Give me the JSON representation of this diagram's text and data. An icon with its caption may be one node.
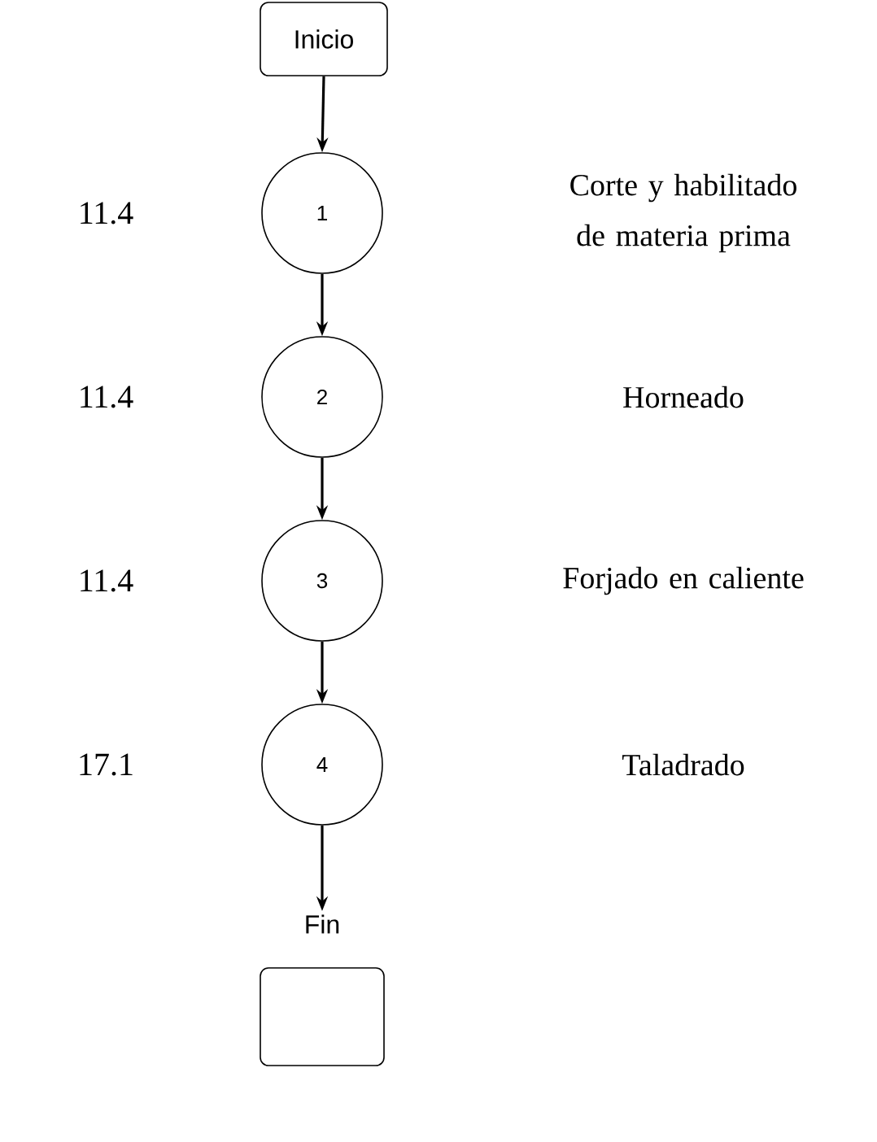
{
  "diagram": {
    "nodes": [
      {
        "text": [
          "Inicio"
        ]
      },
      {
        "text": [
          "1"
        ],
        "beside": [
          "11.4"
        ]
      },
      {
        "text": [
          "2"
        ],
        "beside": [
          "11.4"
        ]
      },
      {
        "text": [
          "3"
        ],
        "beside": [
          "11.4"
        ]
      },
      {
        "text": [
          "4"
        ],
        "beside": [
          "17.1"
        ]
      },
      {
        "text": [
          "Fin"
        ]
      }
    ],
    "edges": [
      {
        "from": 0,
        "to": 1,
        "arrow": "to"
      },
      {
        "from": 1,
        "to": 2,
        "arrow": "to"
      },
      {
        "from": 2,
        "to": 3,
        "arrow": "to"
      },
      {
        "from": 3,
        "to": 4,
        "arrow": "to"
      },
      {
        "from": 4,
        "to": 5,
        "arrow": "to"
      }
    ],
    "labels": [
      "Corte y habilitado de materia prima",
      "Horneado",
      "Forjado en caliente",
      "Taladrado"
    ]
  }
}
